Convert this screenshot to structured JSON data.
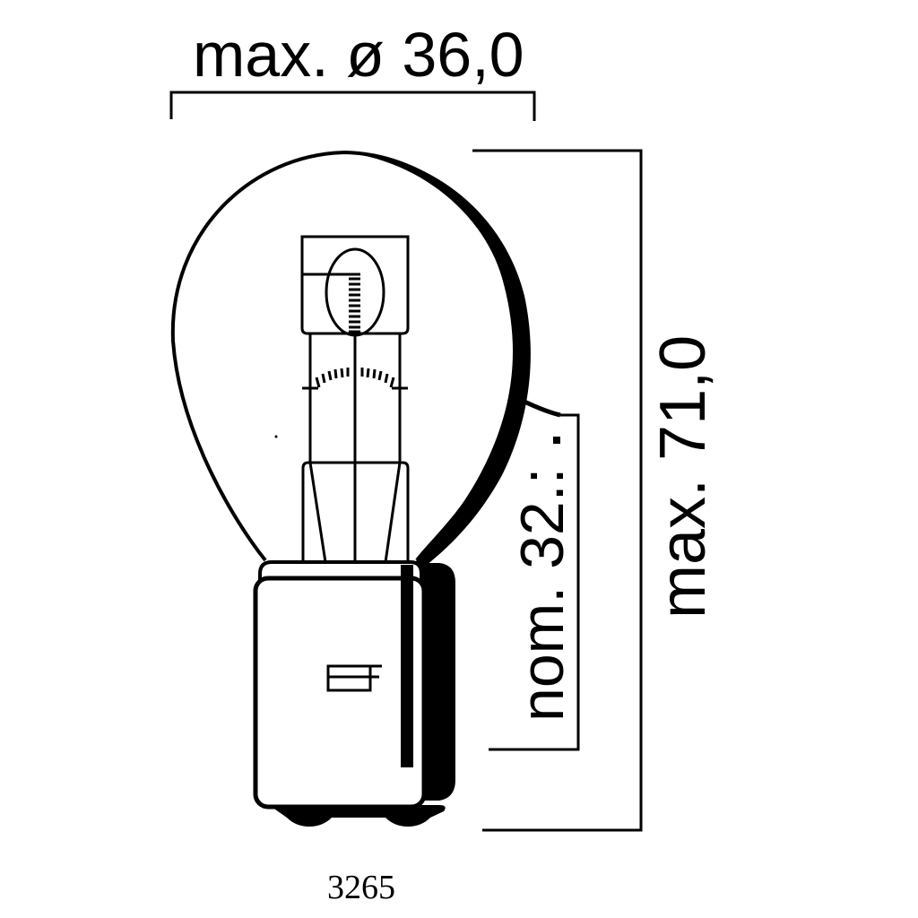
{
  "dimensions": {
    "diameter": {
      "label": "max. ø 36,0"
    },
    "overall_length": {
      "label": "max. 71,0"
    },
    "light_center_length": {
      "label": "nom. 32.:"
    }
  },
  "part_number": "3265",
  "colors": {
    "line": "#000000",
    "background": "#ffffff"
  }
}
